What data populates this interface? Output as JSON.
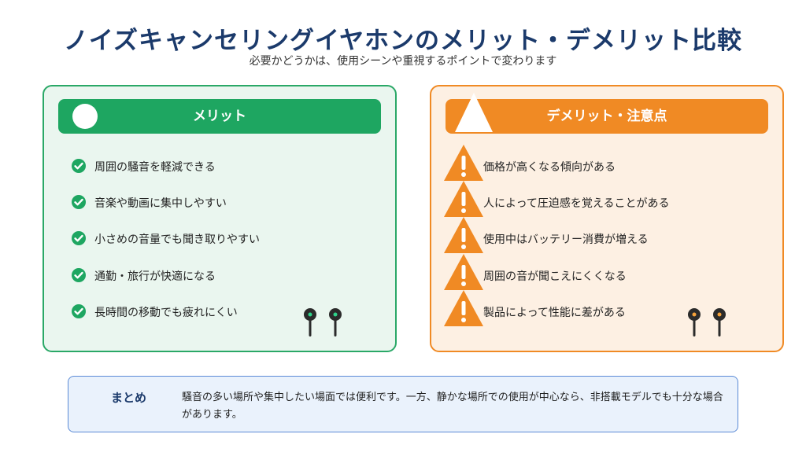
{
  "header": {
    "title": "ノイズキャンセリングイヤホンのメリット・デメリット比較",
    "subtitle": "必要かどうかは、使用シーンや重視するポイントで変わります"
  },
  "merits": {
    "title": "メリット",
    "items": [
      "周囲の騒音を軽減できる",
      "音楽や動画に集中しやすい",
      "小さめの音量でも聞き取りやすい",
      "通勤・旅行が快適になる",
      "長時間の移動でも疲れにくい"
    ],
    "icon": "check-circle-icon",
    "color": "#1ea661"
  },
  "demerits": {
    "title": "デメリット・注意点",
    "items": [
      "価格が高くなる傾向がある",
      "人によって圧迫感を覚えることがある",
      "使用中はバッテリー消費が増える",
      "周囲の音が聞こえにくくなる",
      "製品によって性能に差がある"
    ],
    "icon": "warning-icon",
    "color": "#f08a24"
  },
  "summary": {
    "title": "まとめ",
    "text": "騒音の多い場所や集中したい場面では便利です。一方、静かな場所での使用が中心なら、非搭載モデルでも十分な場合があります。"
  }
}
